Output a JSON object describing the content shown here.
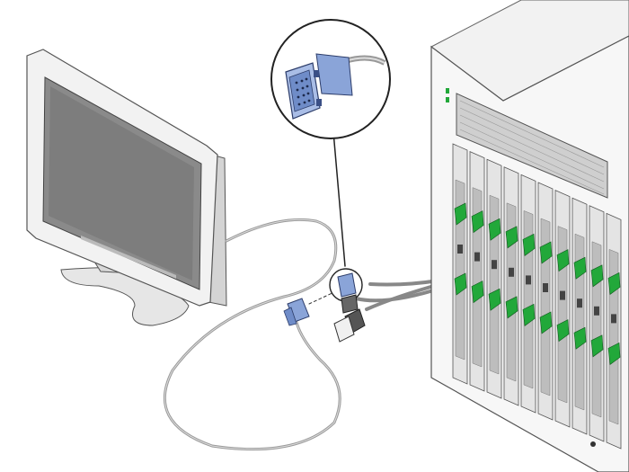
{
  "figure": {
    "components": {
      "monitor": "flat-panel-monitor",
      "chassis": "blade-server-chassis",
      "dongle": "multi-port-dongle-cable",
      "callout": "vga-connector-detail"
    },
    "colors": {
      "connector_blue": "#8aa4d8",
      "connector_dark": "#4d6aa8",
      "latch_green": "#22a83a",
      "screen_gray": "#8a8a8a",
      "metal_light": "#f0f0f0",
      "cable_gray": "#b0b0b0"
    },
    "blade_count": 10
  }
}
